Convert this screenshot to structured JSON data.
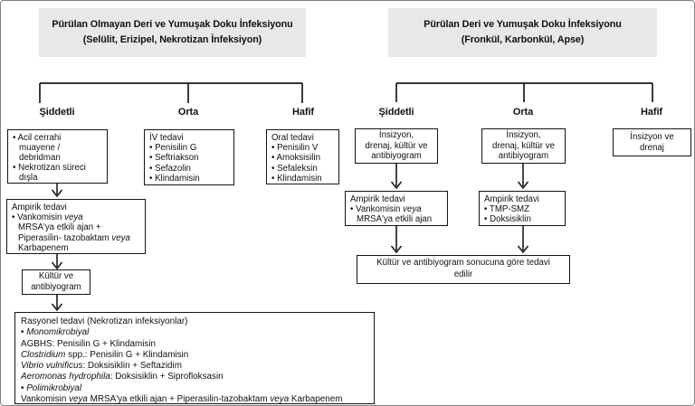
{
  "left_tree": {
    "header": {
      "line1": "Pürülan Olmayan Deri ve Yumuşak Doku İnfeksiyonu",
      "line2": "(Selülit, Erizipel, Nekrotizan İnfeksiyon)"
    },
    "branches": {
      "severe_label": "Şiddetli",
      "moderate_label": "Orta",
      "mild_label": "Hafif"
    },
    "boxes": {
      "severe": {
        "lines": [
          {
            "segs": [
              {
                "t": "• Acil cerrahi"
              }
            ]
          },
          {
            "ind": true,
            "segs": [
              {
                "t": "muayene /"
              }
            ]
          },
          {
            "ind": true,
            "segs": [
              {
                "t": "debridman"
              }
            ]
          },
          {
            "segs": [
              {
                "t": "• Nekrotizan süreci"
              }
            ]
          },
          {
            "ind": true,
            "segs": [
              {
                "t": "dışla"
              }
            ]
          }
        ]
      },
      "moderate": {
        "lines": [
          {
            "segs": [
              {
                "t": "İV tedavi"
              }
            ]
          },
          {
            "segs": [
              {
                "t": "• Penisilin G"
              }
            ]
          },
          {
            "segs": [
              {
                "t": "• Seftriakson"
              }
            ]
          },
          {
            "segs": [
              {
                "t": "• Sefazolin"
              }
            ]
          },
          {
            "segs": [
              {
                "t": "• Klindamisin"
              }
            ]
          }
        ]
      },
      "mild": {
        "lines": [
          {
            "segs": [
              {
                "t": "Oral tedavi"
              }
            ]
          },
          {
            "segs": [
              {
                "t": "• Penisilin V"
              }
            ]
          },
          {
            "segs": [
              {
                "t": "• Amoksisilin"
              }
            ]
          },
          {
            "segs": [
              {
                "t": "• Sefaleksin"
              }
            ]
          },
          {
            "segs": [
              {
                "t": "• Klindamisin"
              }
            ]
          }
        ]
      },
      "empiric": {
        "lines": [
          {
            "segs": [
              {
                "t": "Ampirik tedavi"
              }
            ]
          },
          {
            "segs": [
              {
                "t": "• Vankomisin "
              },
              {
                "t": "veya",
                "i": true
              }
            ]
          },
          {
            "ind": true,
            "segs": [
              {
                "t": "MRSA'ya etkili ajan +"
              }
            ]
          },
          {
            "ind": true,
            "segs": [
              {
                "t": "Piperasilin- tazobaktam "
              },
              {
                "t": "veya",
                "i": true
              }
            ]
          },
          {
            "ind": true,
            "segs": [
              {
                "t": "Karbapenem"
              }
            ]
          }
        ]
      },
      "culture": {
        "lines": [
          {
            "segs": [
              {
                "t": "Kültür ve"
              }
            ]
          },
          {
            "segs": [
              {
                "t": "antibiyogram"
              }
            ]
          }
        ]
      },
      "rational": {
        "lines": [
          {
            "segs": [
              {
                "t": "Rasyonel tedavi (Nekrotizan infeksiyonlar)"
              }
            ]
          },
          {
            "segs": [
              {
                "t": "• "
              },
              {
                "t": "Monomikrobiyal",
                "i": true
              }
            ]
          },
          {
            "segs": [
              {
                "t": "AGBHS: Penisilin G + Klindamisin"
              }
            ]
          },
          {
            "segs": [
              {
                "t": "Clostridium",
                "i": true
              },
              {
                "t": " spp.: Penisilin G + Klindamisin"
              }
            ]
          },
          {
            "segs": [
              {
                "t": "Vibrio vulnificus",
                "i": true
              },
              {
                "t": ": Doksisiklin + Seftazidim"
              }
            ]
          },
          {
            "segs": [
              {
                "t": "Aeromonas hydrophila",
                "i": true
              },
              {
                "t": ": Doksisiklin + Siprofloksasin"
              }
            ]
          },
          {
            "segs": [
              {
                "t": "• "
              },
              {
                "t": "Polimikrobiyal",
                "i": true
              }
            ]
          },
          {
            "segs": [
              {
                "t": "Vankomisin "
              },
              {
                "t": "veya",
                "i": true
              },
              {
                "t": " MRSA'ya etkili ajan + Piperasilin-tazobaktam "
              },
              {
                "t": "veya",
                "i": true
              },
              {
                "t": " Karbapenem"
              }
            ]
          }
        ]
      }
    }
  },
  "right_tree": {
    "header": {
      "line1": "Pürülan Deri ve Yumuşak Doku İnfeksiyonu",
      "line2": "(Fronkül, Karbonkül, Apse)"
    },
    "branches": {
      "severe_label": "Şiddetli",
      "moderate_label": "Orta",
      "mild_label": "Hafif"
    },
    "boxes": {
      "severe": {
        "lines": [
          {
            "segs": [
              {
                "t": "İnsizyon,"
              }
            ]
          },
          {
            "segs": [
              {
                "t": "drenaj, kültür ve"
              }
            ]
          },
          {
            "segs": [
              {
                "t": "antibiyogram"
              }
            ]
          }
        ]
      },
      "moderate": {
        "lines": [
          {
            "segs": [
              {
                "t": "İnsizyon,"
              }
            ]
          },
          {
            "segs": [
              {
                "t": "drenaj, kültür ve"
              }
            ]
          },
          {
            "segs": [
              {
                "t": "antibiyogram"
              }
            ]
          }
        ]
      },
      "mild": {
        "lines": [
          {
            "segs": [
              {
                "t": "İnsizyon ve"
              }
            ]
          },
          {
            "segs": [
              {
                "t": "drenaj"
              }
            ]
          }
        ]
      },
      "severe_empiric": {
        "lines": [
          {
            "segs": [
              {
                "t": "Ampirik tedavi"
              }
            ]
          },
          {
            "segs": [
              {
                "t": "• Vankomisin "
              },
              {
                "t": "veya",
                "i": true
              }
            ]
          },
          {
            "ind": true,
            "segs": [
              {
                "t": "MRSA'ya etkili ajan"
              }
            ]
          }
        ]
      },
      "moderate_empiric": {
        "lines": [
          {
            "segs": [
              {
                "t": "Ampirik tedavi"
              }
            ]
          },
          {
            "segs": [
              {
                "t": "• TMP-SMZ"
              }
            ]
          },
          {
            "segs": [
              {
                "t": "• Doksisiklin"
              }
            ]
          }
        ]
      },
      "outcome": {
        "lines": [
          {
            "segs": [
              {
                "t": "Kültür ve antibiyogram sonucuna göre tedavi"
              }
            ]
          },
          {
            "segs": [
              {
                "t": "edilir"
              }
            ]
          }
        ]
      }
    }
  }
}
